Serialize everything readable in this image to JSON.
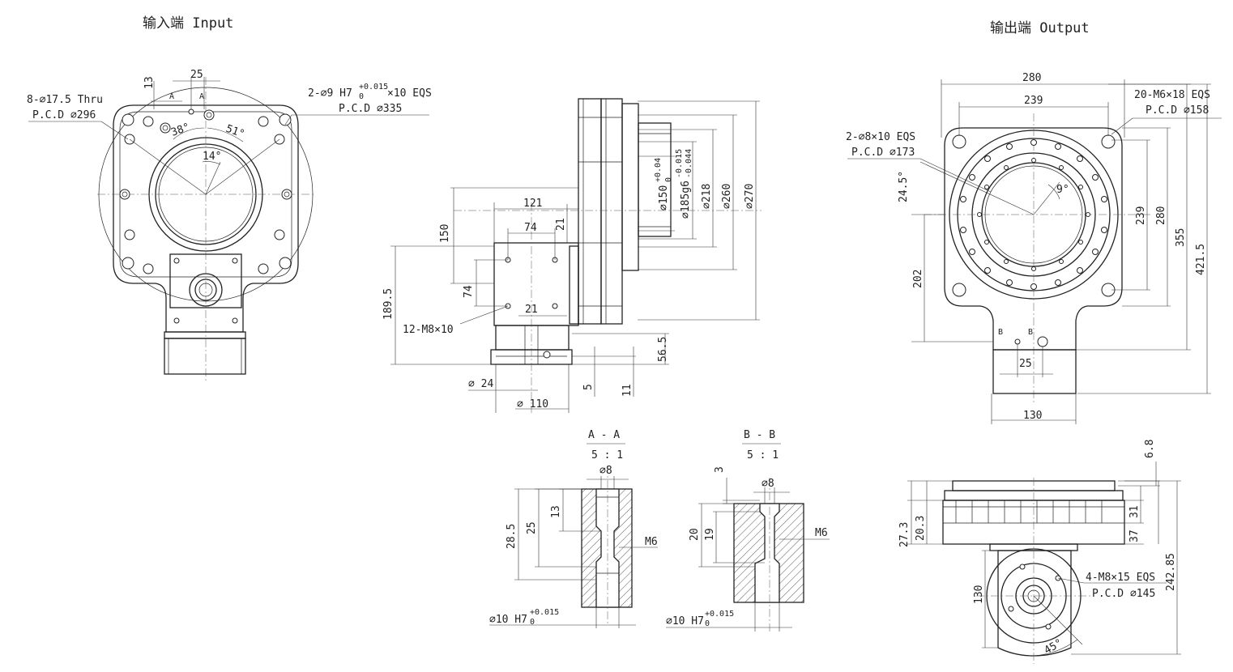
{
  "titles": {
    "input": "输入端 Input",
    "output": "输出端 Output"
  },
  "input_view": {
    "dim_25": "25",
    "dim_13": "13",
    "section_a1": "A",
    "section_a2": "A",
    "holes_note_1": "8-⌀17.5 Thru",
    "holes_note_2": "P.C.D ⌀296",
    "pin_note_1a": "2-⌀9 H7",
    "pin_note_1b": "+0.015",
    "pin_note_1c": "0",
    "pin_note_1d": "×10 EQS",
    "pin_note_2": "P.C.D ⌀335",
    "angle_38": "38°",
    "angle_51": "51°",
    "angle_14": "14°"
  },
  "side_view": {
    "d150": "⌀150",
    "d150_tol_up": "+0.04",
    "d150_tol_lo": "0",
    "d185": "⌀185g6",
    "d185_tol_up": "-0.015",
    "d185_tol_lo": "-0.044",
    "d218": "⌀218",
    "d260": "⌀260",
    "d270": "⌀270",
    "dim_121": "121",
    "dim_74h": "74",
    "dim_21a": "21",
    "dim_150": "150",
    "dim_74v": "74",
    "dim_21b": "21",
    "dim_189": "189.5",
    "dim_m8": "12-M8×10",
    "dim_56": "56.5",
    "dim_5": "5",
    "dim_11": "11",
    "dim_24": "⌀ 24",
    "dim_110": "⌀ 110"
  },
  "output_view": {
    "dim_280": "280",
    "dim_239": "239",
    "note_m6_1": "20-M6×18 EQS",
    "note_m6_2": "P.C.D ⌀158",
    "note_pin_1": "2-⌀8×10 EQS",
    "note_pin_2": "P.C.D ⌀173",
    "angle_24": "24.5°",
    "angle_9": "9°",
    "dim_239v": "239",
    "dim_280v": "280",
    "dim_355": "355",
    "dim_421": "421.5",
    "dim_202": "202",
    "section_b1": "B",
    "section_b2": "B",
    "dim_25b": "25",
    "dim_130": "130"
  },
  "section_aa": {
    "title": "A - A",
    "scale": "5 : 1",
    "d8": "⌀8",
    "dim_13": "13",
    "dim_25": "25",
    "dim_28": "28.5",
    "m6": "M6",
    "bottom_a": "⌀10 H7",
    "bottom_b": "+0.015",
    "bottom_c": "0"
  },
  "section_bb": {
    "title": "B - B",
    "scale": "5 : 1",
    "d8": "⌀8",
    "dim_3": "3",
    "dim_19": "19",
    "dim_20": "20",
    "m6": "M6",
    "bottom_a": "⌀10 H7",
    "bottom_b": "+0.015",
    "bottom_c": "0"
  },
  "bottom_view": {
    "dim_6_8": "6.8",
    "dim_31": "31",
    "dim_37": "37",
    "dim_27_3": "27.3",
    "dim_20_3": "20.3",
    "dim_242": "242.85",
    "dim_130": "130",
    "note_m8_1": "4-M8×15 EQS",
    "note_m8_2": "P.C.D ⌀145",
    "angle_45": "45°"
  }
}
